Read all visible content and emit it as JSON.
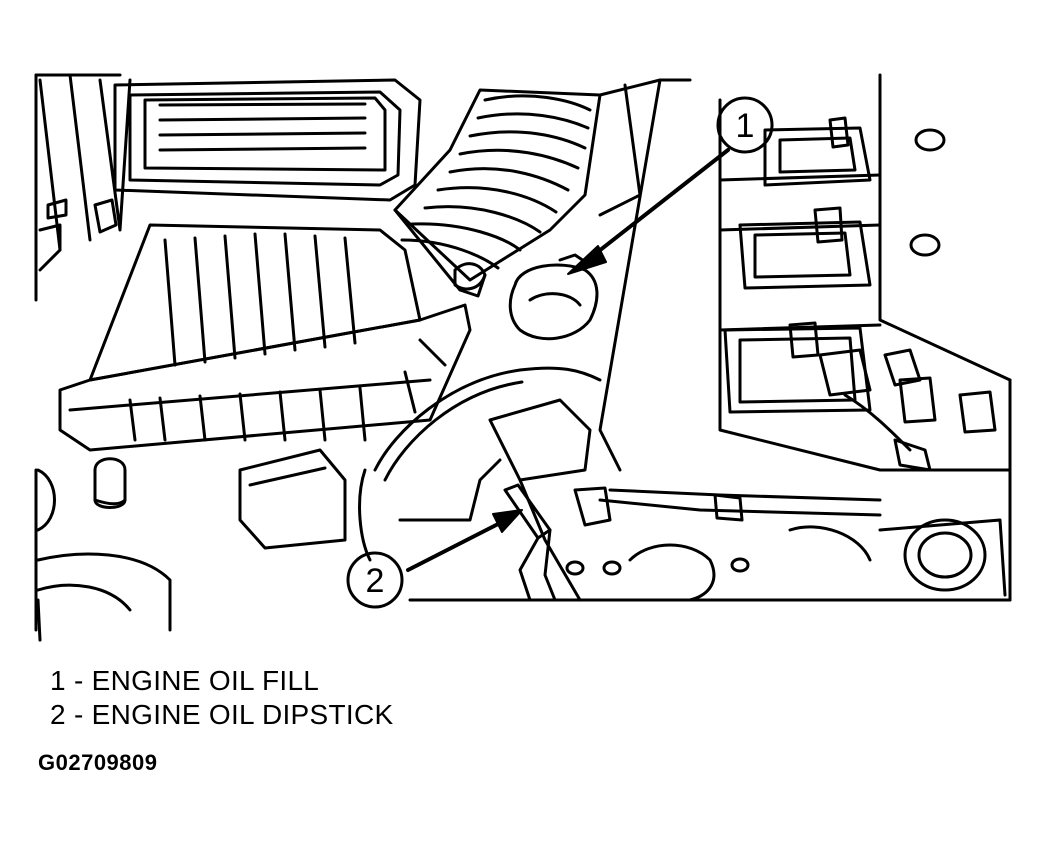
{
  "diagram": {
    "callouts": [
      {
        "number": "1",
        "label": "ENGINE OIL FILL"
      },
      {
        "number": "2",
        "label": "ENGINE OIL DIPSTICK"
      }
    ],
    "legend": [
      "1 - ENGINE OIL FILL",
      "2 - ENGINE OIL DIPSTICK"
    ],
    "figure_id": "G02709809"
  },
  "colors": {
    "line": "#000000",
    "background": "#ffffff"
  }
}
